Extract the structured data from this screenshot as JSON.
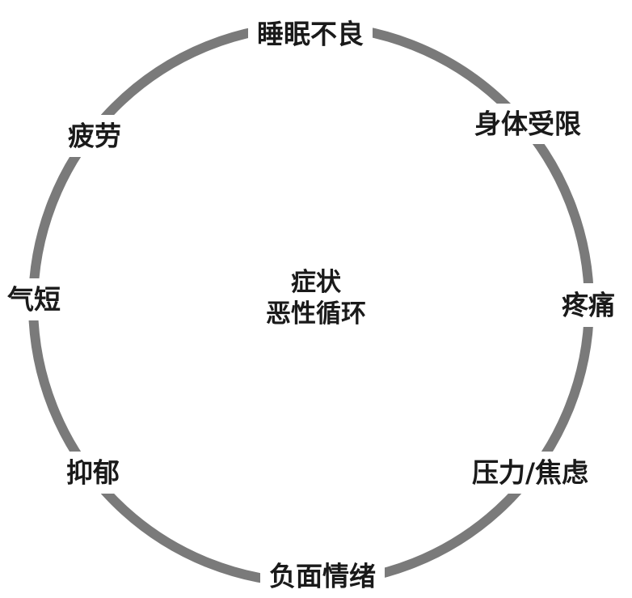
{
  "diagram": {
    "center": {
      "line1": "症状",
      "line2": "恶性循环"
    },
    "nodes": [
      {
        "id": "sleep",
        "label": "睡眠不良"
      },
      {
        "id": "physical-limit",
        "label": "身体受限"
      },
      {
        "id": "pain",
        "label": "疼痛"
      },
      {
        "id": "stress-anxiety",
        "label": "压力/焦虑"
      },
      {
        "id": "negative-emotion",
        "label": "负面情绪"
      },
      {
        "id": "depression",
        "label": "抑郁"
      },
      {
        "id": "shortness-of-breath",
        "label": "气短"
      },
      {
        "id": "fatigue",
        "label": "疲劳"
      }
    ],
    "colors": {
      "ring": "#7a7a7a",
      "text": "#1a1a1a",
      "background": "#ffffff"
    }
  }
}
